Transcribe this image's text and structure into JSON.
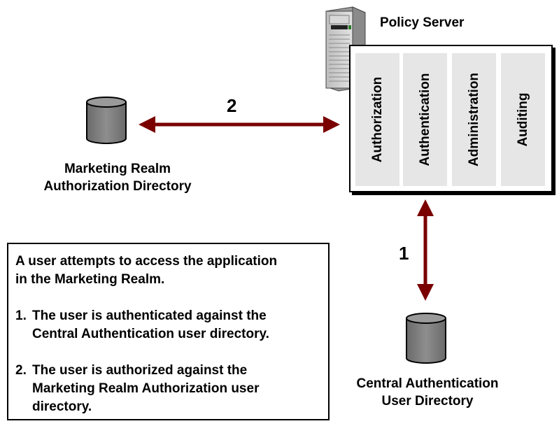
{
  "policy_server": {
    "title": "Policy Server",
    "columns": [
      "Authorization",
      "Authentication",
      "Administration",
      "Auditing"
    ]
  },
  "marketing_directory": {
    "line1": "Marketing Realm",
    "line2": "Authorization Directory"
  },
  "central_directory": {
    "line1": "Central Authentication",
    "line2": "User Directory"
  },
  "arrows": {
    "marketing_arrow_label": "2",
    "central_arrow_label": "1"
  },
  "info": {
    "intro_line1": "A user attempts to access the application",
    "intro_line2": "in the Marketing Realm.",
    "step1_number": "1.",
    "step1_line1": "The user is authenticated against the",
    "step1_line2": "Central Authentication user directory.",
    "step2_number": "2.",
    "step2_line1": "The user is authorized against the",
    "step2_line2": "Marketing Realm Authorization user",
    "step2_line3": "directory."
  },
  "colors": {
    "arrow": "#7a0000",
    "cylinder": "#808080",
    "column_fill": "#e6e6e6"
  },
  "icons": {
    "server": "server-tower-icon",
    "database": "database-cylinder-icon"
  }
}
